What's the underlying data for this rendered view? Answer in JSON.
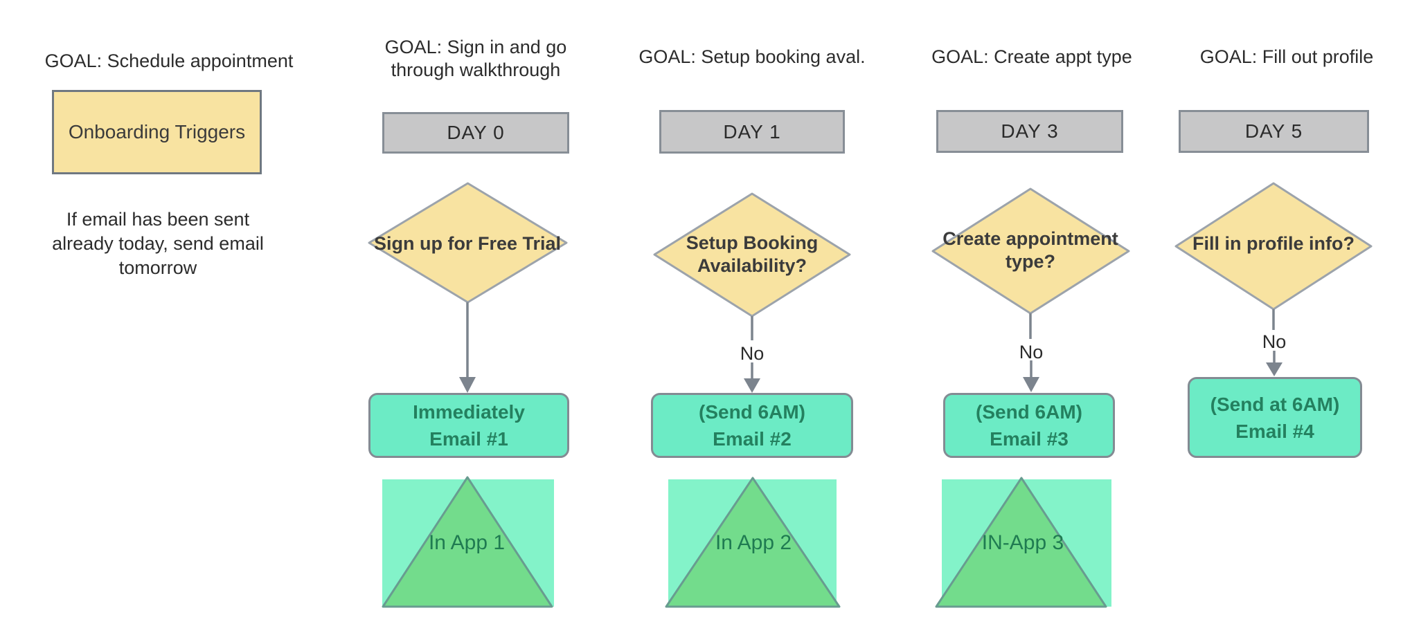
{
  "colors": {
    "yellow_fill": "#F8E3A1",
    "yellow_border": "#6F7881",
    "diamond_stroke": "#9CA3AB",
    "day_fill": "#C7C7C8",
    "day_border": "#878E96",
    "email_fill": "#6CEBC5",
    "email_border": "#838B93",
    "email_text": "#24805F",
    "square_fill": "#83F3C9",
    "triangle_fill": "#73DC8C",
    "triangle_stroke": "#689C90",
    "triangle_text": "#1F7B51",
    "connector": "#7C848E"
  },
  "columns": [
    {
      "goal": "GOAL: Schedule appointment",
      "trigger_label": "Onboarding Triggers",
      "note": "If email has been sent\nalready today, send email\ntomorrow"
    },
    {
      "goal": "GOAL: Sign in and go\nthrough walkthrough",
      "day": "DAY 0",
      "decision": "Sign up for Free Trial",
      "email": "Immediately\nEmail #1",
      "inapp": "In App 1"
    },
    {
      "goal": "GOAL: Setup booking aval.",
      "day": "DAY 1",
      "decision": "Setup Booking\nAvailability?",
      "no_label": "No",
      "email": "(Send 6AM)\nEmail #2",
      "inapp": "In App 2"
    },
    {
      "goal": "GOAL: Create appt type",
      "day": "DAY 3",
      "decision": "Create appointment\ntype?",
      "no_label": "No",
      "email": "(Send 6AM)\nEmail #3",
      "inapp": "IN-App 3"
    },
    {
      "goal": "GOAL: Fill out profile",
      "day": "DAY 5",
      "decision": "Fill in profile info?",
      "no_label": "No",
      "email": "(Send at 6AM)\nEmail #4"
    }
  ]
}
